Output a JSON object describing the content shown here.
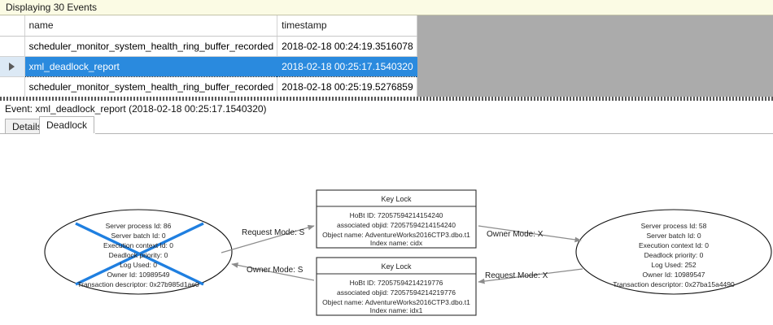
{
  "status_bar": {
    "text": "Displaying 30 Events"
  },
  "grid": {
    "columns": [
      {
        "key": "selector",
        "label": ""
      },
      {
        "key": "name",
        "label": "name"
      },
      {
        "key": "timestamp",
        "label": "timestamp"
      }
    ],
    "rows": [
      {
        "selected": false,
        "name": "scheduler_monitor_system_health_ring_buffer_recorded",
        "timestamp": "2018-02-18 00:24:19.3516078"
      },
      {
        "selected": true,
        "name": "xml_deadlock_report",
        "timestamp": "2018-02-18 00:25:17.1540320"
      },
      {
        "selected": false,
        "name": "scheduler_monitor_system_health_ring_buffer_recorded",
        "timestamp": "2018-02-18 00:25:19.5276859"
      }
    ]
  },
  "event_header": {
    "text": "Event: xml_deadlock_report (2018-02-18 00:25:17.1540320)"
  },
  "tabs": [
    {
      "label": "Details",
      "active": false
    },
    {
      "label": "Deadlock",
      "active": true
    }
  ],
  "deadlock_graph": {
    "victim_process": {
      "lines": [
        "Server process Id: 86",
        "Server batch Id: 0",
        "Execution context Id: 0",
        "Deadlock priority: 0",
        "Log Used: 0",
        "Owner Id: 10989549",
        "Transaction descriptor: 0x27b985d1ae0"
      ],
      "is_victim": true,
      "victim_cross_color": "#1f7fe0"
    },
    "surviving_process": {
      "lines": [
        "Server process Id: 58",
        "Server batch Id: 0",
        "Execution context Id: 0",
        "Deadlock priority: 0",
        "Log Used: 252",
        "Owner Id: 10989547",
        "Transaction descriptor: 0x27ba15a4490"
      ],
      "is_victim": false
    },
    "resources": [
      {
        "title": "Key Lock",
        "lines": [
          "HoBt ID: 72057594214154240",
          "associated objid: 72057594214154240",
          "Object name: AdventureWorks2016CTP3.dbo.t1",
          "Index name: cidx"
        ]
      },
      {
        "title": "Key Lock",
        "lines": [
          "HoBt ID: 72057594214219776",
          "associated objid: 72057594214219776",
          "Object name: AdventureWorks2016CTP3.dbo.t1",
          "Index name: idx1"
        ]
      }
    ],
    "edges": [
      {
        "label": "Request Mode: S",
        "from": "victim_process",
        "to": "resource_0"
      },
      {
        "label": "Owner Mode: X",
        "from": "resource_0",
        "to": "surviving_process"
      },
      {
        "label": "Owner Mode: S",
        "from": "resource_1",
        "to": "victim_process"
      },
      {
        "label": "Request Mode: X",
        "from": "surviving_process",
        "to": "resource_1"
      }
    ]
  },
  "colors": {
    "selection_blue": "#2a8ade",
    "status_yellow": "#fbfbe4",
    "grid_empty_gray": "#ababab",
    "victim_cross": "#1f7fe0"
  }
}
